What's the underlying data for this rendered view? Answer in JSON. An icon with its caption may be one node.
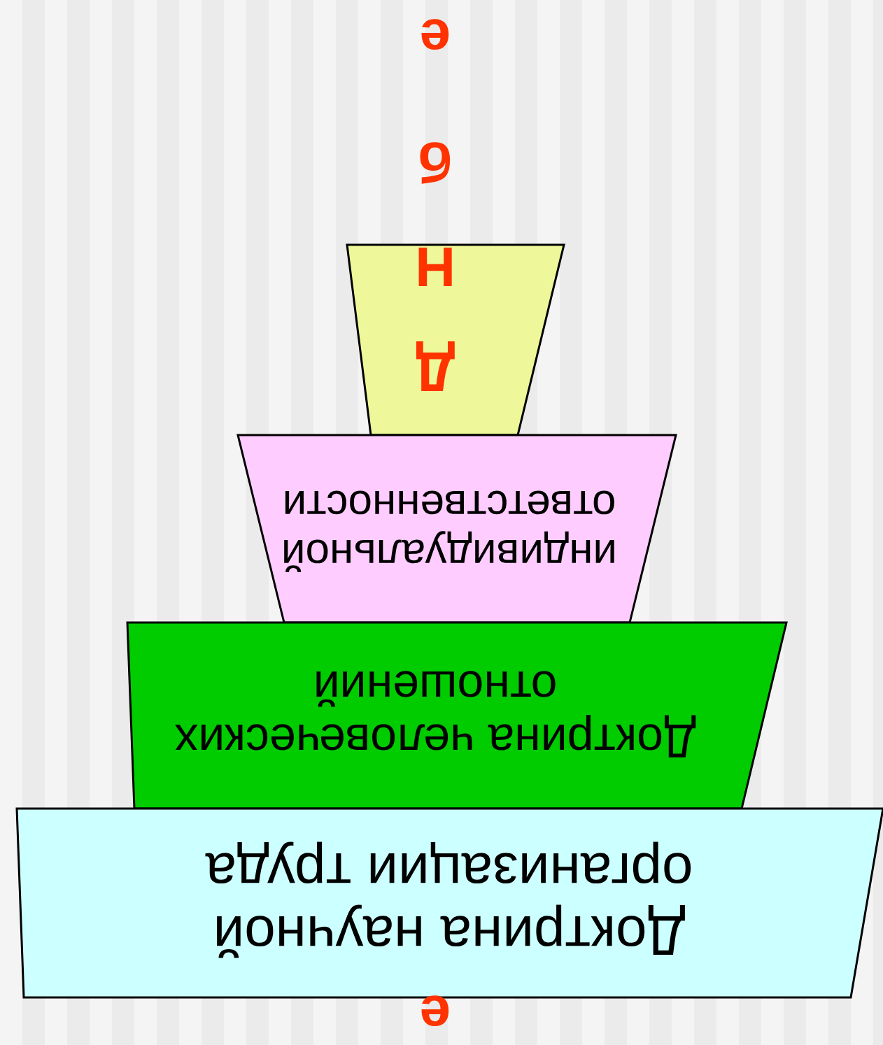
{
  "diagram": {
    "nodes": [
      {
        "text": [
          "Доктрина научной организации труда"
        ]
      },
      {
        "text": [
          "Доктрина человеческих отношений"
        ]
      },
      {
        "text": [
          "индивидуальной ответственности"
        ]
      },
      {
        "text": [],
        "shape": "trapezoid"
      }
    ],
    "labels": [
      "е",
      "Д",
      "Н",
      "б",
      "е"
    ]
  }
}
